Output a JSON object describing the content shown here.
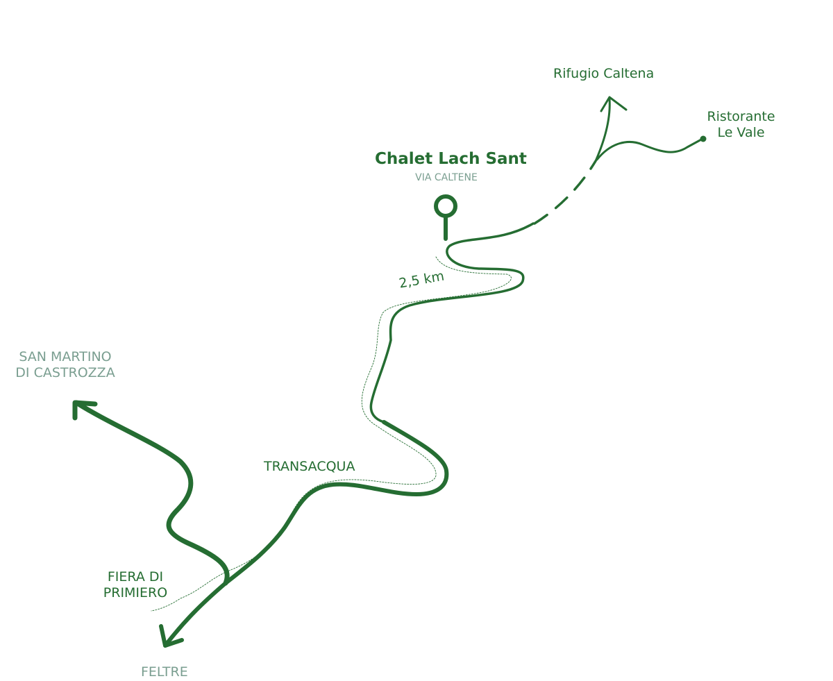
{
  "colors": {
    "route": "#256d32",
    "secondary_text": "#7a9e90"
  },
  "destination": {
    "name": "Chalet Lach Sant",
    "address": "VIA CALTENE",
    "icon": "location-pin-icon"
  },
  "distance_label": "2,5 km",
  "places": {
    "rifugio": "Rifugio Caltena",
    "ristorante_line1": "Ristorante",
    "ristorante_line2": "Le Vale",
    "san_martino_line1": "SAN MARTINO",
    "san_martino_line2": "DI CASTROZZA",
    "transacqua": "TRANSACQUA",
    "fiera_line1": "FIERA DI",
    "fiera_line2": "PRIMIERO",
    "feltre": "FELTRE"
  }
}
